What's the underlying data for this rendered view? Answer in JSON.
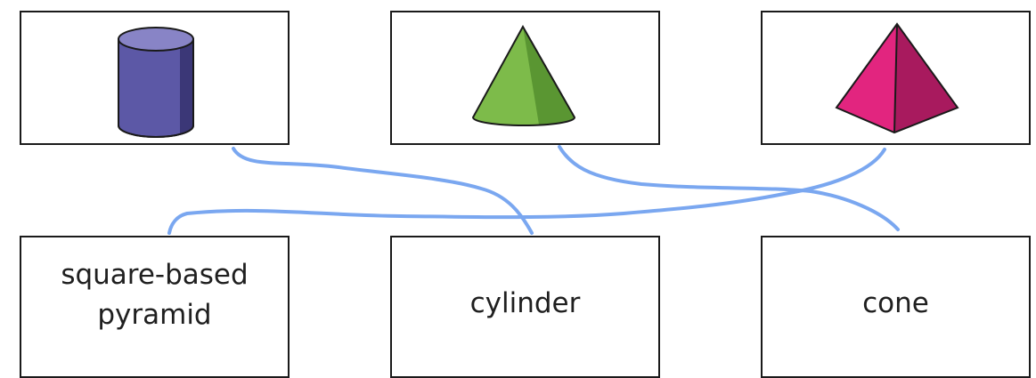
{
  "shapes": [
    {
      "name": "cylinder",
      "colors": {
        "top": "#8884c6",
        "body": "#5c58a6",
        "side": "#3b3777"
      }
    },
    {
      "name": "cone",
      "colors": {
        "light": "#7dbb4a",
        "dark": "#5a9632"
      }
    },
    {
      "name": "square-based-pyramid",
      "colors": {
        "light": "#e2257f",
        "dark": "#a81a5e"
      }
    }
  ],
  "labels": {
    "label1_line1": "square-based",
    "label1_line2": "pyramid",
    "label2": "cylinder",
    "label3": "cone"
  },
  "connector_color": "#7aa7f0"
}
